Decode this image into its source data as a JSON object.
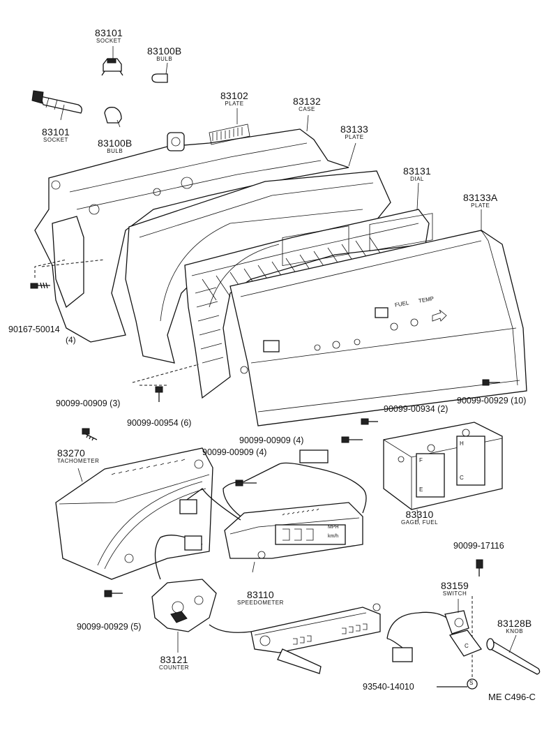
{
  "parts": [
    {
      "number": "83101",
      "name": "SOCKET"
    },
    {
      "number": "83100B",
      "name": "BULB"
    },
    {
      "number": "83101",
      "name": "SOCKET"
    },
    {
      "number": "83100B",
      "name": "BULB"
    },
    {
      "number": "83102",
      "name": "PLATE"
    },
    {
      "number": "83132",
      "name": "CASE"
    },
    {
      "number": "83133",
      "name": "PLATE"
    },
    {
      "number": "83131",
      "name": "DIAL"
    },
    {
      "number": "83133A",
      "name": "PLATE"
    },
    {
      "number": "83270",
      "name": "TACHOMETER"
    },
    {
      "number": "83310",
      "name": "GAGE, FUEL"
    },
    {
      "number": "83110",
      "name": "SPEEDOMETER"
    },
    {
      "number": "83159",
      "name": "SWITCH"
    },
    {
      "number": "83128B",
      "name": "KNOB"
    },
    {
      "number": "83121",
      "name": "COUNTER"
    }
  ],
  "fasteners": [
    {
      "number": "90167-50014",
      "qty": "(4)"
    },
    {
      "number": "90099-00909 (3)"
    },
    {
      "number": "90099-00954 (6)"
    },
    {
      "number": "90099-00929 (10)"
    },
    {
      "number": "90099-00934 (2)"
    },
    {
      "number": "90099-00909 (4)"
    },
    {
      "number": "90099-00909 (4)"
    },
    {
      "number": "90099-17116"
    },
    {
      "number": "90099-00929 (5)"
    },
    {
      "number": "93540-14010"
    }
  ],
  "dial_text": {
    "fuel": "FUEL",
    "temp": "TEMP",
    "mph": "MPH",
    "kmh": "km/h",
    "gauge_e": "E",
    "gauge_f": "F",
    "gauge_c": "C",
    "gauge_h": "H",
    "switch_s": "S",
    "switch_c": "C"
  },
  "diagram_code": "ME C496-C"
}
